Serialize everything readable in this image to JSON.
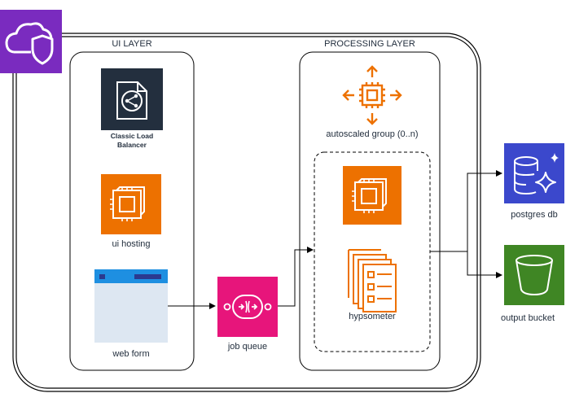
{
  "diagram": {
    "layers": {
      "ui": "UI LAYER",
      "processing": "PROCESSING LAYER"
    },
    "nodes": {
      "load_balancer": "Classic Load Balancer",
      "ui_hosting": "ui hosting",
      "web_form": "web form",
      "job_queue": "job queue",
      "autoscaled_group": "autoscaled group (0..n)",
      "hypsometer": "hypsometer",
      "postgres_db": "postgres db",
      "output_bucket": "output bucket"
    },
    "colors": {
      "ec2_orange": "#ed7100",
      "database_blue": "#3b48cc",
      "sqs_pink": "#e7157b",
      "s3_green": "#3f8624",
      "cloud_purple": "#7a2bbf",
      "elb_dark": "#232f3e",
      "form_blue": "#1e8fe1",
      "form_body": "#dde7f2"
    },
    "icons": {
      "region": "cloud-shield-icon",
      "load_balancer": "load-balancer-icon",
      "ui_hosting": "ec2-instance-icon",
      "web_form": "browser-window-icon",
      "job_queue": "sqs-queue-icon",
      "autoscaled_group": "autoscaling-icon",
      "instance": "ec2-instance-icon",
      "hypsometer": "document-stack-icon",
      "postgres_db": "database-icon",
      "output_bucket": "bucket-icon"
    }
  }
}
